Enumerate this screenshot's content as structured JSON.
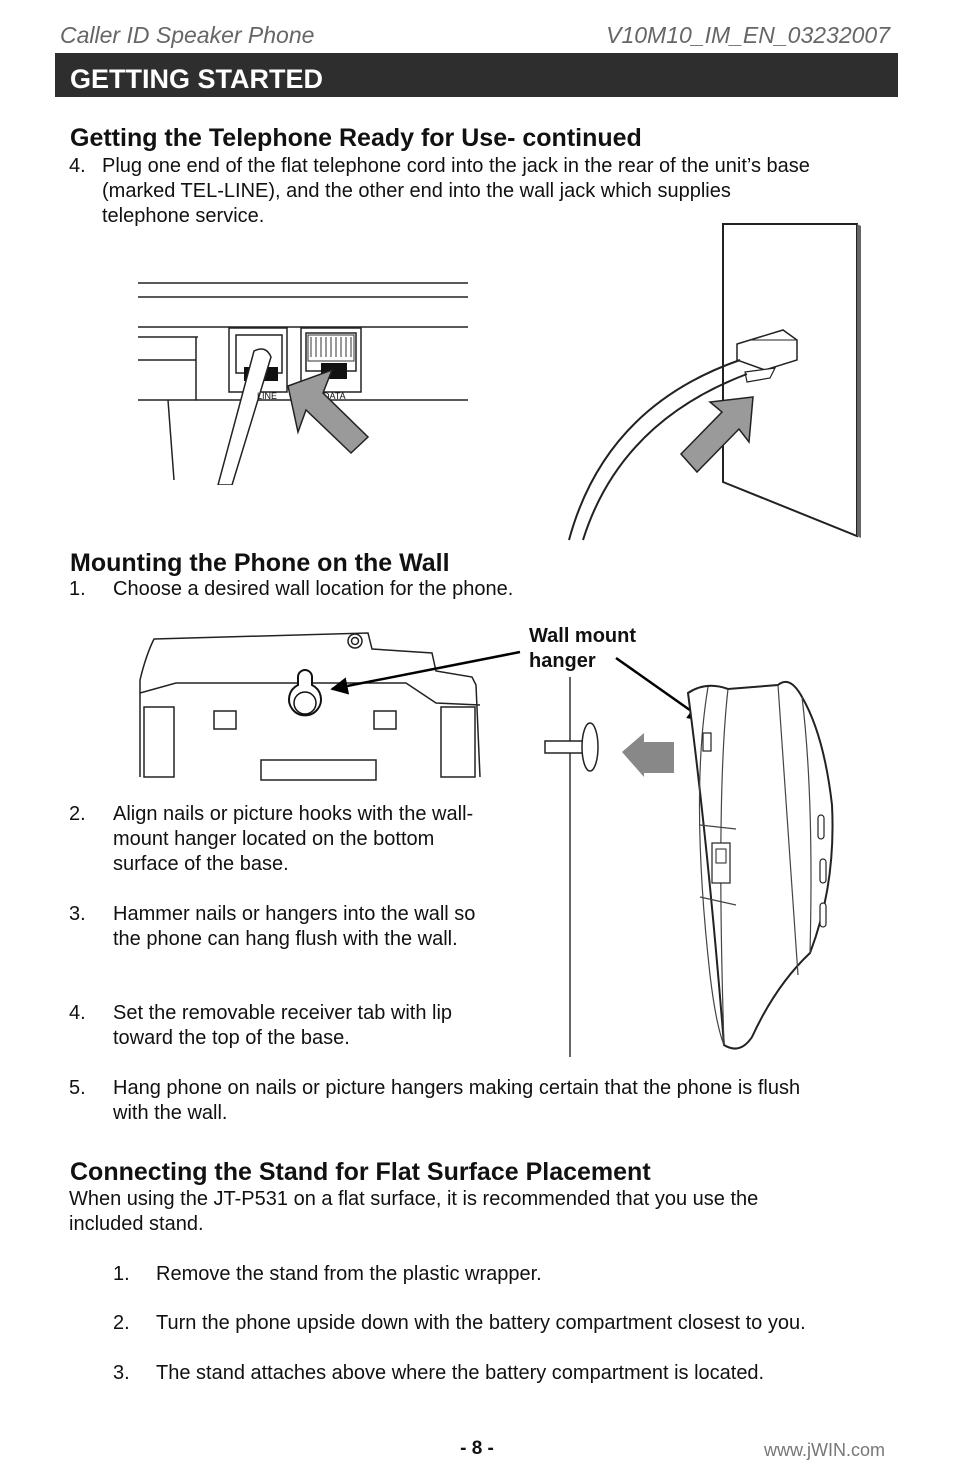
{
  "header": {
    "left": "Caller ID Speaker Phone",
    "right": "V10M10_IM_EN_03232007"
  },
  "section_bar": {
    "title": "GETTING STARTED"
  },
  "section1": {
    "heading": "Getting the Telephone Ready for Use- continued",
    "step": {
      "number": "4.",
      "lines": [
        "Plug one end of the flat telephone cord into the jack in the rear of the unit’s base",
        "(marked TEL-LINE), and the other end into the wall jack which supplies",
        "telephone service."
      ]
    },
    "jack_labels": {
      "line": "LINE",
      "data": "DATA"
    }
  },
  "section2": {
    "heading": "Mounting the Phone on the Wall",
    "callout": [
      "Wall mount",
      "hanger"
    ],
    "steps": [
      {
        "number": "1.",
        "lines": [
          "Choose a desired wall location for the phone."
        ]
      },
      {
        "number": "2.",
        "lines": [
          "Align nails or picture hooks with the wall-",
          "mount hanger located on the bottom",
          "surface of the base."
        ]
      },
      {
        "number": "3.",
        "lines": [
          "Hammer nails or hangers into the wall so",
          "the phone can hang flush with the wall."
        ]
      },
      {
        "number": "4.",
        "lines": [
          "Set the removable receiver tab with lip",
          "toward the top of the base."
        ]
      },
      {
        "number": "5.",
        "lines": [
          "Hang phone on nails or picture hangers making certain that the phone is flush",
          "with the wall."
        ]
      }
    ]
  },
  "section3": {
    "heading": "Connecting the Stand for Flat Surface Placement",
    "intro": [
      "When using the JT-P531 on a flat surface, it is recommended that you use the",
      "included stand."
    ],
    "steps": [
      {
        "number": "1.",
        "text": "Remove the stand from the plastic wrapper."
      },
      {
        "number": "2.",
        "text": "Turn the phone upside down with the battery compartment closest to you."
      },
      {
        "number": "3.",
        "text": "The stand attaches above where the battery compartment is located."
      }
    ]
  },
  "footer": {
    "page": "- 8 -",
    "url": "www.jWIN.com"
  }
}
